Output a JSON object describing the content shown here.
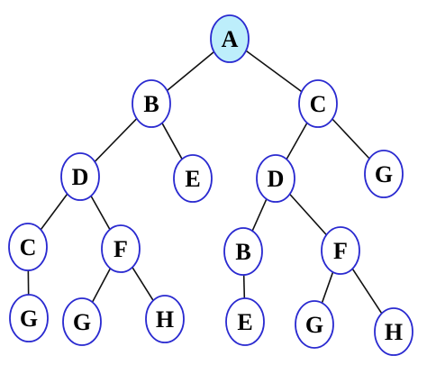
{
  "colors": {
    "node_stroke": "#2a2ad0",
    "node_fill": "#ffffff",
    "root_fill": "#bdeefb",
    "edge": "#111111",
    "text": "#000000"
  },
  "nodes": [
    {
      "id": "n1",
      "label": "A",
      "root": true
    },
    {
      "id": "n2",
      "label": "B"
    },
    {
      "id": "n3",
      "label": "C"
    },
    {
      "id": "n4",
      "label": "D"
    },
    {
      "id": "n5",
      "label": "E"
    },
    {
      "id": "n6",
      "label": "D"
    },
    {
      "id": "n7",
      "label": "G"
    },
    {
      "id": "n8",
      "label": "C"
    },
    {
      "id": "n9",
      "label": "F"
    },
    {
      "id": "n10",
      "label": "B"
    },
    {
      "id": "n11",
      "label": "F"
    },
    {
      "id": "n12",
      "label": "G"
    },
    {
      "id": "n13",
      "label": "G"
    },
    {
      "id": "n14",
      "label": "H"
    },
    {
      "id": "n15",
      "label": "E"
    },
    {
      "id": "n16",
      "label": "G"
    },
    {
      "id": "n17",
      "label": "H"
    }
  ],
  "edges": [
    {
      "from": "n1",
      "to": "n2"
    },
    {
      "from": "n1",
      "to": "n3"
    },
    {
      "from": "n2",
      "to": "n4"
    },
    {
      "from": "n2",
      "to": "n5"
    },
    {
      "from": "n3",
      "to": "n6"
    },
    {
      "from": "n3",
      "to": "n7"
    },
    {
      "from": "n4",
      "to": "n8"
    },
    {
      "from": "n4",
      "to": "n9"
    },
    {
      "from": "n6",
      "to": "n10"
    },
    {
      "from": "n6",
      "to": "n11"
    },
    {
      "from": "n8",
      "to": "n12"
    },
    {
      "from": "n9",
      "to": "n13"
    },
    {
      "from": "n9",
      "to": "n14"
    },
    {
      "from": "n10",
      "to": "n15"
    },
    {
      "from": "n11",
      "to": "n16"
    },
    {
      "from": "n11",
      "to": "n17"
    }
  ]
}
